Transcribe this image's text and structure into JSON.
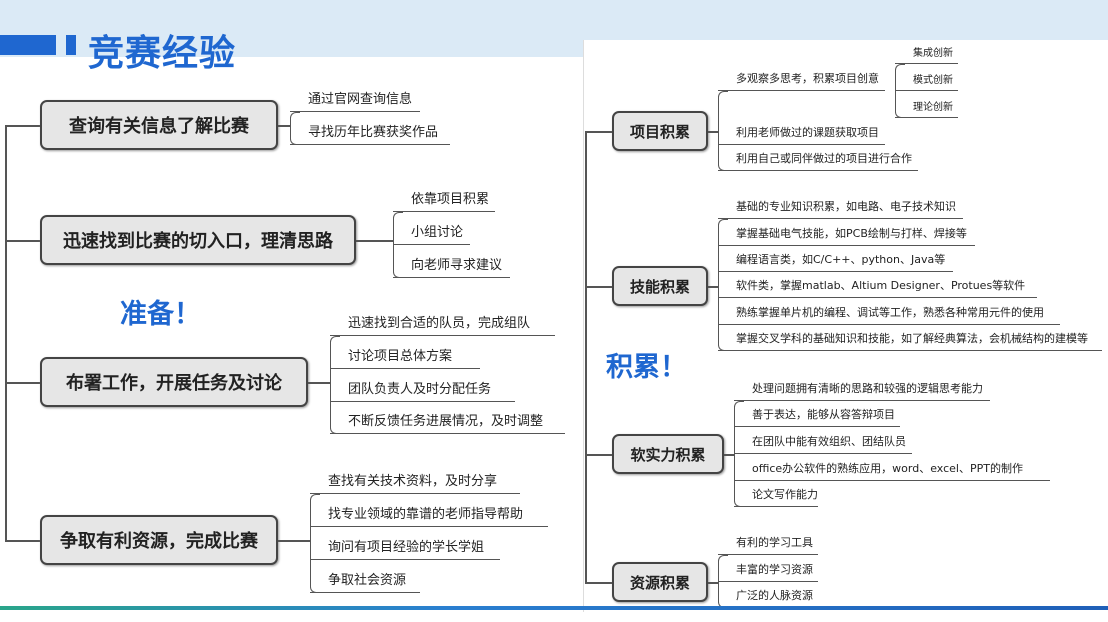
{
  "title": "竞赛经验",
  "left": {
    "label": "准备！",
    "nodes": [
      {
        "label": "查询有关信息了解比赛",
        "children": [
          "通过官网查询信息",
          "寻找历年比赛获奖作品"
        ]
      },
      {
        "label": "迅速找到比赛的切入口，理清思路",
        "children": [
          "依靠项目积累",
          "小组讨论",
          "向老师寻求建议"
        ]
      },
      {
        "label": "布署工作，开展任务及讨论",
        "children": [
          "迅速找到合适的队员，完成组队",
          "讨论项目总体方案",
          "团队负责人及时分配任务",
          "不断反馈任务进展情况，及时调整"
        ]
      },
      {
        "label": "争取有利资源，完成比赛",
        "children": [
          "查找有关技术资料，及时分享",
          "找专业领域的靠谱的老师指导帮助",
          "询问有项目经验的学长学姐",
          "争取社会资源"
        ]
      }
    ]
  },
  "right": {
    "label": "积累！",
    "nodes": [
      {
        "label": "项目积累",
        "children": [
          "多观察多思考，积累项目创意",
          "利用老师做过的课题获取项目",
          "利用自己或同伴做过的项目进行合作"
        ],
        "sub": [
          "集成创新",
          "模式创新",
          "理论创新"
        ]
      },
      {
        "label": "技能积累",
        "children": [
          "基础的专业知识积累，如电路、电子技术知识",
          "掌握基础电气技能，如PCB绘制与打样、焊接等",
          "编程语言类，如C/C++、python、Java等",
          "软件类，掌握matlab、Altium Designer、Protues等软件",
          "熟练掌握单片机的编程、调试等工作，熟悉各种常用元件的使用",
          "掌握交叉学科的基础知识和技能，如了解经典算法，会机械结构的建模等"
        ]
      },
      {
        "label": "软实力积累",
        "children": [
          "处理问题拥有清晰的思路和较强的逻辑思考能力",
          "善于表达，能够从容答辩项目",
          "在团队中能有效组织、团结队员",
          "office办公软件的熟练应用，word、excel、PPT的制作",
          "论文写作能力"
        ]
      },
      {
        "label": "资源积累",
        "children": [
          "有利的学习工具",
          "丰富的学习资源",
          "广泛的人脉资源"
        ]
      }
    ]
  }
}
